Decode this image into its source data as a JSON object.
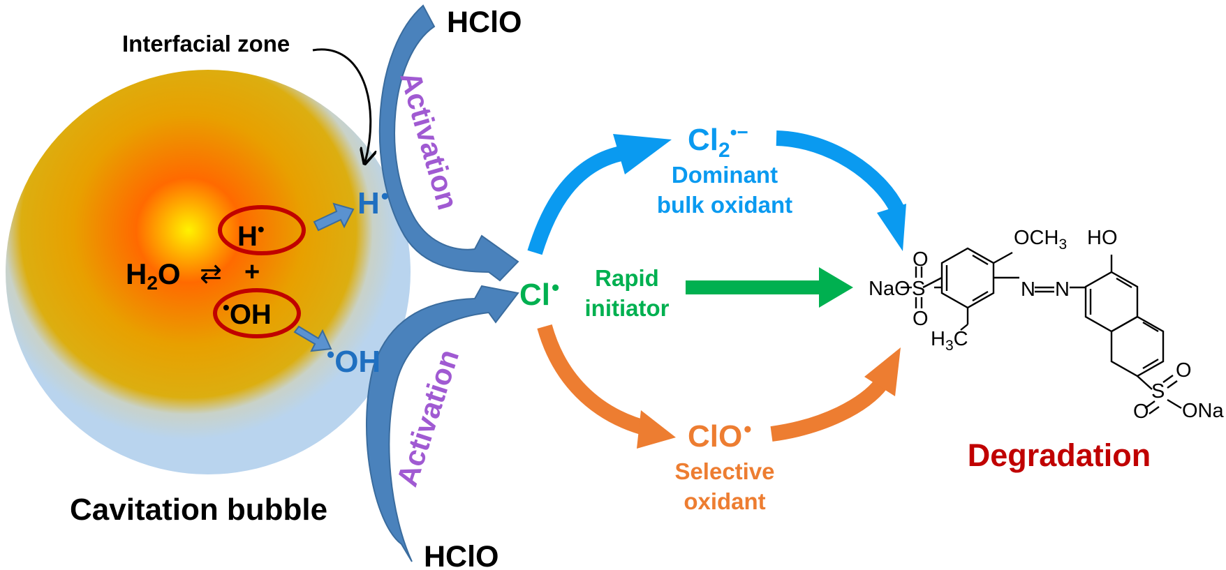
{
  "labels": {
    "hclo_top": "HClO",
    "hclo_bottom": "HClO",
    "interfacial_zone": "Interfacial zone",
    "activation": "Activation",
    "cavitation_bubble": "Cavitation bubble",
    "degradation": "Degradation"
  },
  "bubble": {
    "water": {
      "base": "H",
      "sub": "2",
      "tail": "O"
    },
    "equilibrium": "⇄",
    "plus": "+",
    "h_radical_inner": "H",
    "oh_radical_inner": "OH",
    "h_radical_outer": "H",
    "oh_radical_outer": "OH",
    "radical_dot": "•"
  },
  "species": {
    "cl_radical": "Cl",
    "cl2_radical": {
      "base": "Cl",
      "sub": "2",
      "charge": "•−"
    },
    "clo_radical": "ClO",
    "dot": "•"
  },
  "roles": {
    "cl2": [
      "Dominant",
      "bulk oxidant"
    ],
    "cl": [
      "Rapid",
      "initiator"
    ],
    "clo": [
      "Selective",
      "oxidant"
    ]
  },
  "molecule": {
    "nao_left": "NaO",
    "s": "S",
    "o": "O",
    "och3": {
      "base": "OCH",
      "sub": "3"
    },
    "h3c": {
      "base": "H",
      "sub": "3",
      "tail": "C"
    },
    "n": "N",
    "ho": "HO",
    "ona": "ONa"
  },
  "colors": {
    "blue_arrow": "#0a9af0",
    "green_arrow": "#00b050",
    "orange_arrow": "#ed7d31",
    "purple_text": "#a05ad2",
    "dark_red": "#c00000",
    "hclo_arrow": "#4a82bc",
    "radical_blue": "#1f6fc0"
  }
}
